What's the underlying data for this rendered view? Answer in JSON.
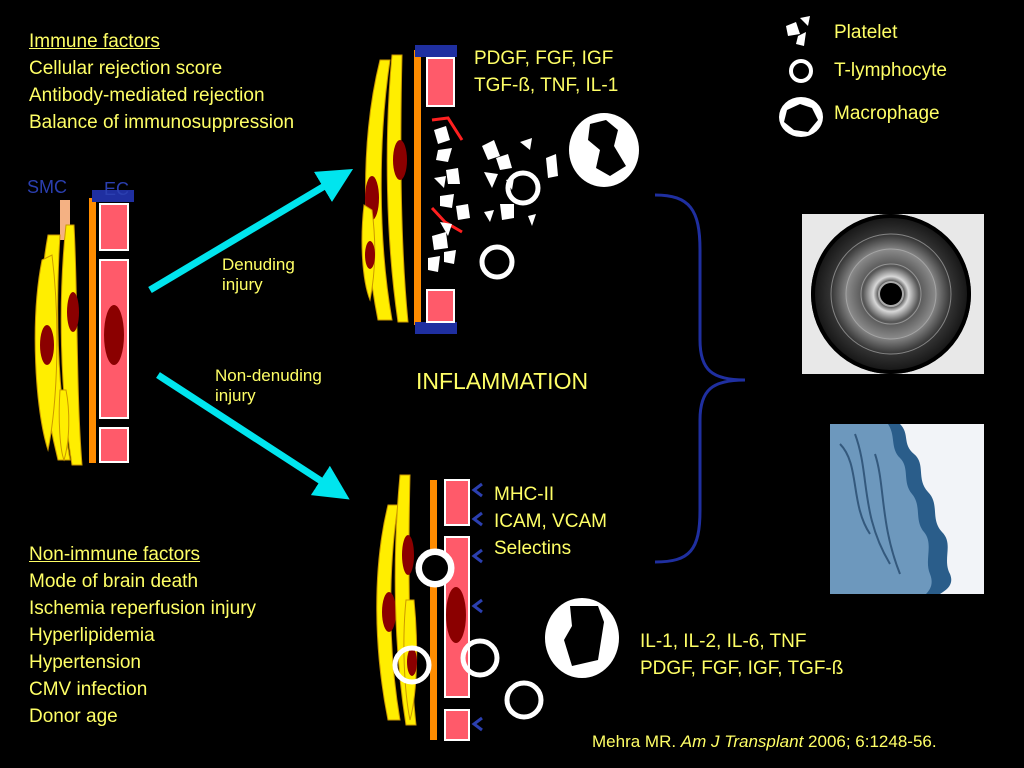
{
  "immune": {
    "heading": "Immune factors",
    "items": [
      "Cellular rejection score",
      "Antibody-mediated rejection",
      "Balance of immunosuppression"
    ]
  },
  "nonimmune": {
    "heading": "Non-immune factors",
    "items": [
      "Mode of brain death",
      "Ischemia reperfusion injury",
      "Hyperlipidemia",
      "Hypertension",
      "CMV infection",
      "Donor age"
    ]
  },
  "labels": {
    "smc": "SMC",
    "ec": "EC",
    "denuding_1": "Denuding",
    "denuding_2": "injury",
    "nondenuding_1": "Non-denuding",
    "nondenuding_2": "injury",
    "inflammation": "INFLAMMATION",
    "growth_top_1": "PDGF, FGF, IGF",
    "growth_top_2": "TGF-ß, TNF, IL-1",
    "adhesion_1": "MHC-II",
    "adhesion_2": "ICAM, VCAM",
    "adhesion_3": "Selectins",
    "cytokines_1": "IL-1, IL-2, IL-6, TNF",
    "cytokines_2": "PDGF, FGF, IGF, TGF-ß"
  },
  "legend": {
    "platelet": "Platelet",
    "tlymphocyte": "T-lymphocyte",
    "macrophage": "Macrophage"
  },
  "citation": {
    "author": "Mehra MR. ",
    "journal": "Am J Transplant",
    "details": " 2006; 6:1248-56."
  },
  "colors": {
    "text": "#ffff66",
    "arrow": "#00e5ee",
    "label_blue": "#2b3fb0",
    "endothelium": "#ff5a6a",
    "membrane": "#ff8c00",
    "smc": "#ffee00"
  }
}
